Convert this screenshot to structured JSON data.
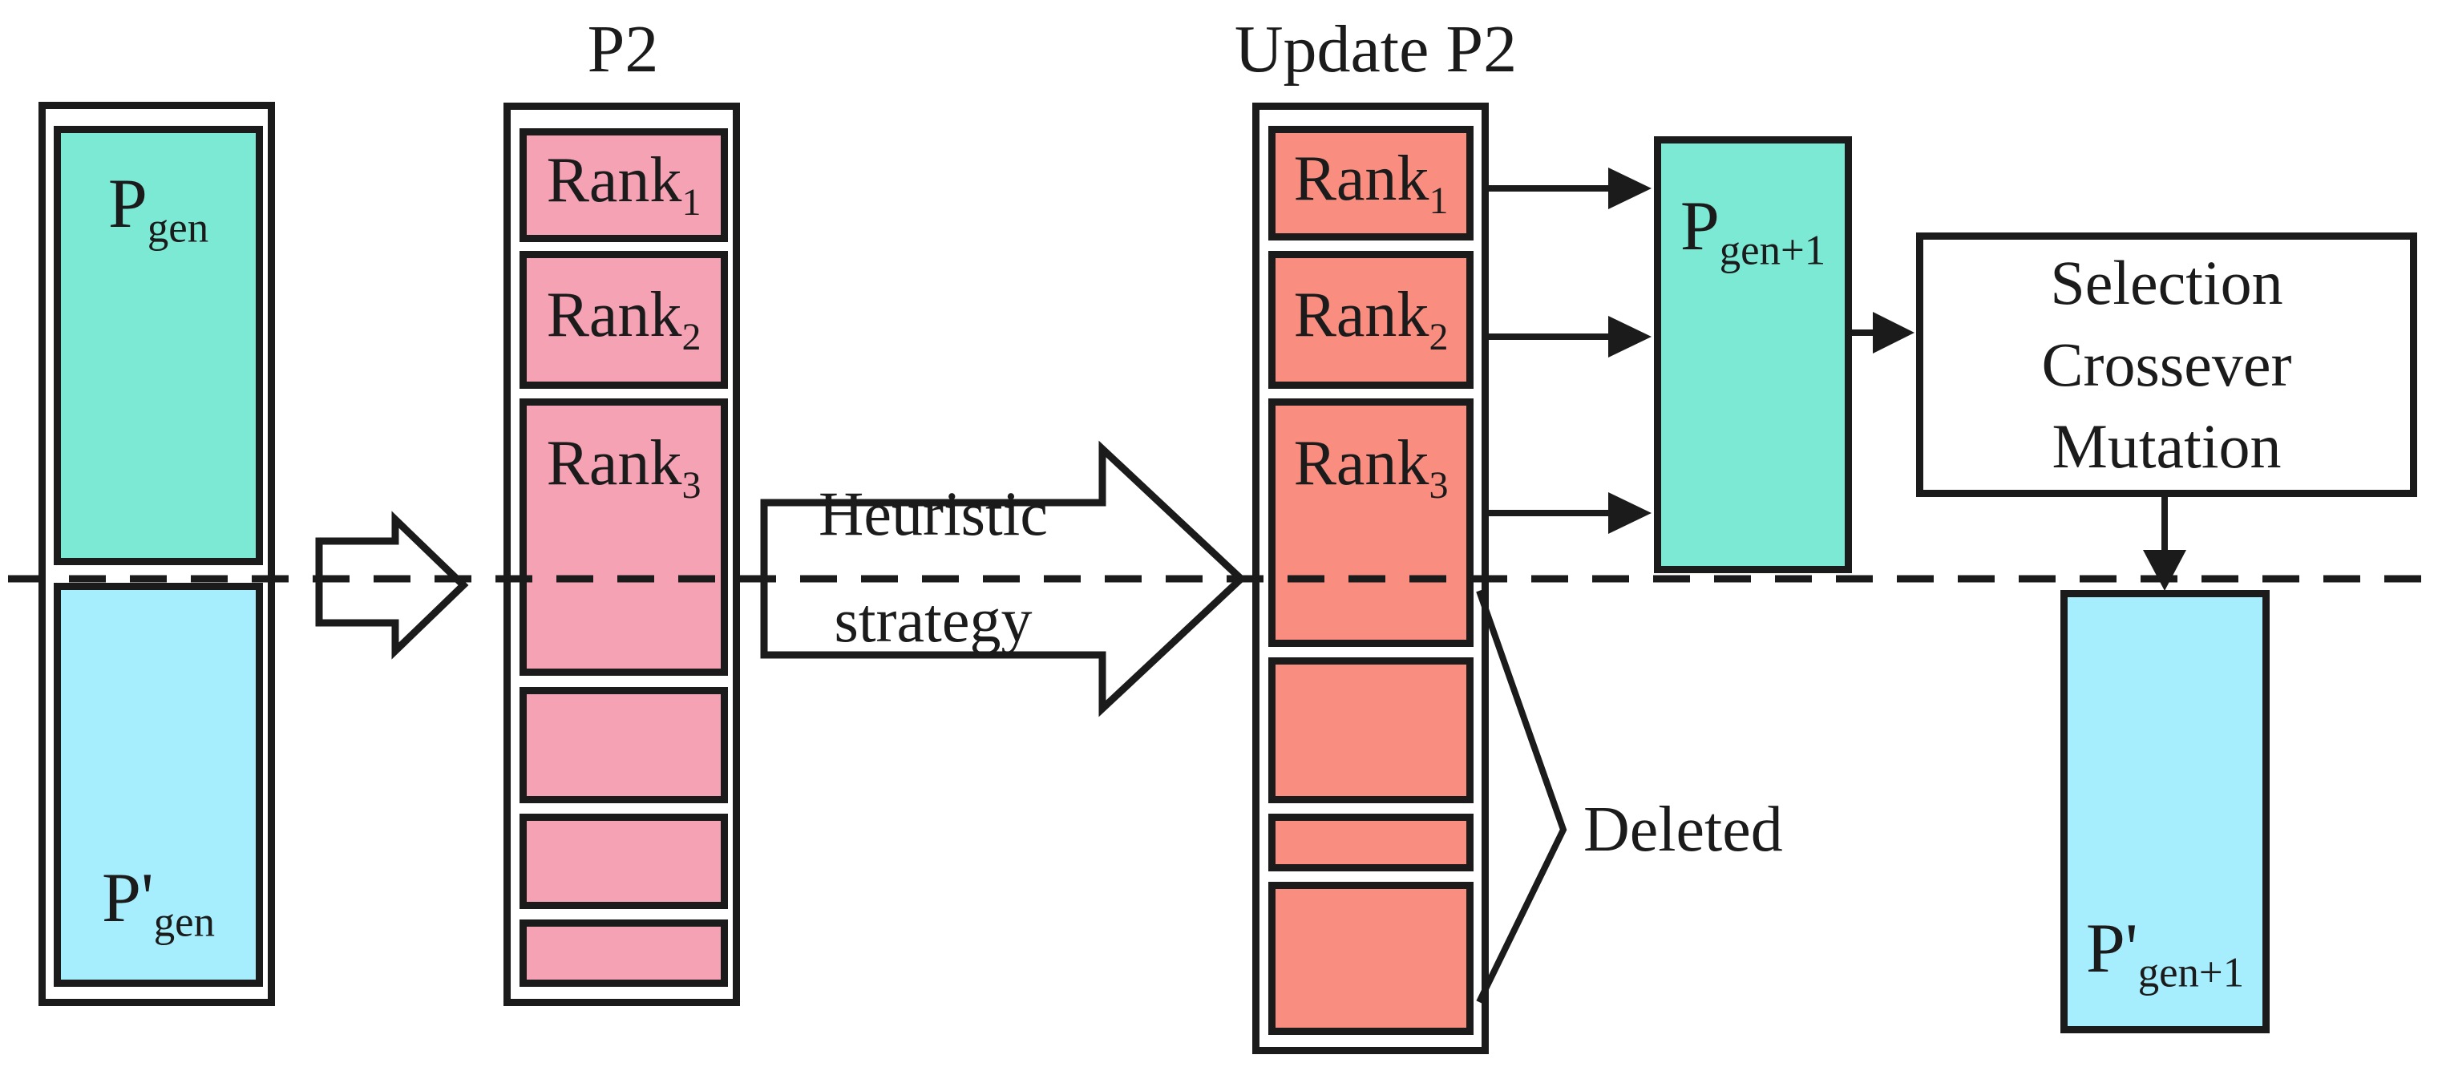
{
  "diagram": {
    "titles": {
      "p2": "P2",
      "update_p2": "Update P2"
    },
    "column1": {
      "top_label": {
        "base": "P",
        "sub": "gen"
      },
      "bottom_label": {
        "base": "P'",
        "sub": "gen"
      }
    },
    "p2_column": {
      "ranks": [
        {
          "base": "Rank",
          "sub": "1"
        },
        {
          "base": "Rank",
          "sub": "2"
        },
        {
          "base": "Rank",
          "sub": "3"
        }
      ]
    },
    "update_p2_column": {
      "ranks": [
        {
          "base": "Rank",
          "sub": "1"
        },
        {
          "base": "Rank",
          "sub": "2"
        },
        {
          "base": "Rank",
          "sub": "3"
        }
      ]
    },
    "heuristic_arrow": {
      "line1": "Heuristic",
      "line2": "strategy"
    },
    "pgen_next": {
      "base": "P",
      "sub": "gen+1"
    },
    "selection_box": {
      "lines": [
        "Selection",
        "Crossever",
        "Mutation"
      ]
    },
    "pprime_next": {
      "base": "P'",
      "sub": "gen+1"
    },
    "deleted_label": "Deleted",
    "colors": {
      "teal": "#7BE9D3",
      "light_blue": "#A6EEFD",
      "pink": "#F4A2B4",
      "salmon": "#F98D80",
      "line": "#1b1b1b"
    }
  }
}
